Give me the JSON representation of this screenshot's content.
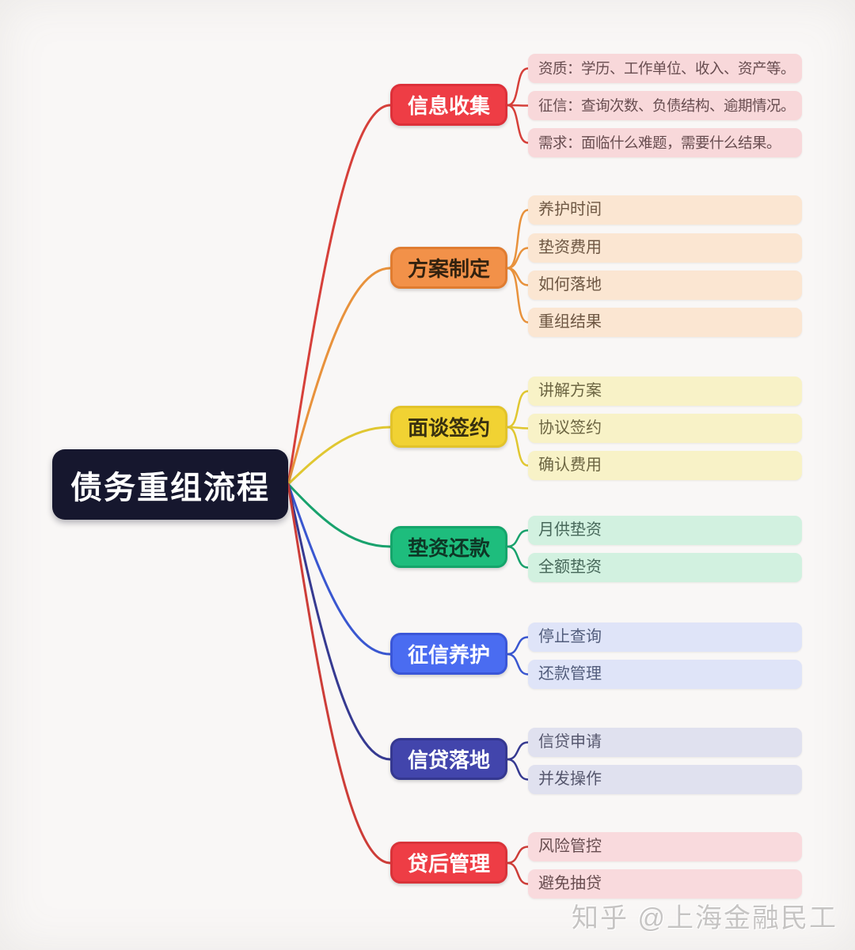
{
  "title": "债务重组流程",
  "watermark": "知乎 @上海金融民工",
  "colors": {
    "canvas_bg": "#f9f7f6",
    "root_bg": "#16172e",
    "root_text": "#ffffff"
  },
  "branches": [
    {
      "label": "信息收集",
      "node_color": "#ee3d45",
      "line_color": "#d6403a",
      "child_bg": "#f8d8da",
      "children": [
        "资质：学历、工作单位、收入、资产等。",
        "征信：查询次数、负债结构、逾期情况。",
        "需求：面临什么难题，需要什么结果。"
      ]
    },
    {
      "label": "方案制定",
      "node_color": "#f29149",
      "line_color": "#e8923c",
      "child_bg": "#fbe6d2",
      "children": [
        "养护时间",
        "垫资费用",
        "如何落地",
        "重组结果"
      ]
    },
    {
      "label": "面谈签约",
      "node_color": "#f1d233",
      "line_color": "#e0c731",
      "child_bg": "#f8f2c7",
      "children": [
        "讲解方案",
        "协议签约",
        "确认费用"
      ]
    },
    {
      "label": "垫资还款",
      "node_color": "#1ebd7d",
      "line_color": "#19a26d",
      "child_bg": "#d2f1e0",
      "children": [
        "月供垫资",
        "全额垫资"
      ]
    },
    {
      "label": "征信养护",
      "node_color": "#4a6cf1",
      "line_color": "#3a57d0",
      "child_bg": "#dfe4f8",
      "children": [
        "停止查询",
        "还款管理"
      ]
    },
    {
      "label": "信贷落地",
      "node_color": "#4245ac",
      "line_color": "#363a91",
      "child_bg": "#e0e1ef",
      "children": [
        "信贷申请",
        "并发操作"
      ]
    },
    {
      "label": "贷后管理",
      "node_color": "#ee3d45",
      "line_color": "#cd3d38",
      "child_bg": "#f9dadd",
      "children": [
        "风险管控",
        "避免抽贷"
      ]
    }
  ]
}
